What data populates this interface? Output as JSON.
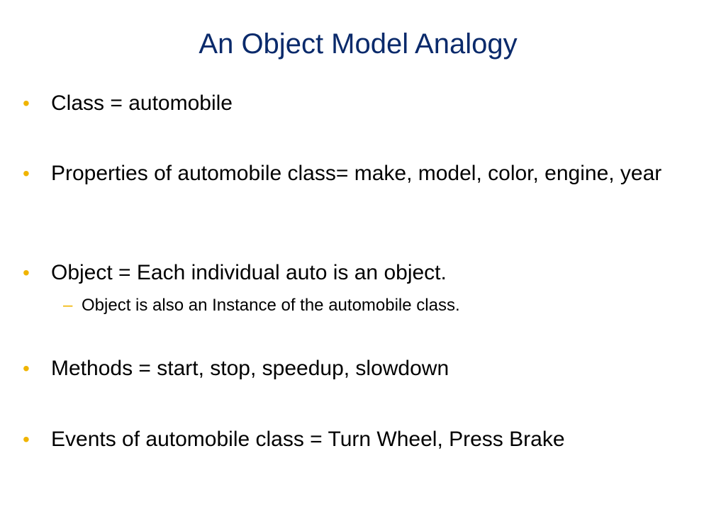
{
  "slide": {
    "title": "An Object Model Analogy",
    "bullets": [
      {
        "text": "Class = automobile"
      },
      {
        "text": "Properties of automobile class= make, model, color, engine, year"
      },
      {
        "text": "Object = Each individual auto is an object."
      },
      {
        "text": "Methods = start, stop, speedup, slowdown"
      },
      {
        "text": "Events of automobile class = Turn Wheel, Press Brake"
      }
    ],
    "sub_bullets": [
      {
        "text": "Object is also an Instance of the automobile class."
      }
    ],
    "bullet_symbol": "•",
    "sub_bullet_symbol": "–"
  },
  "colors": {
    "title": "#0a2a6b",
    "bullet_marker": "#f0b400",
    "text": "#000000",
    "background": "#ffffff"
  }
}
